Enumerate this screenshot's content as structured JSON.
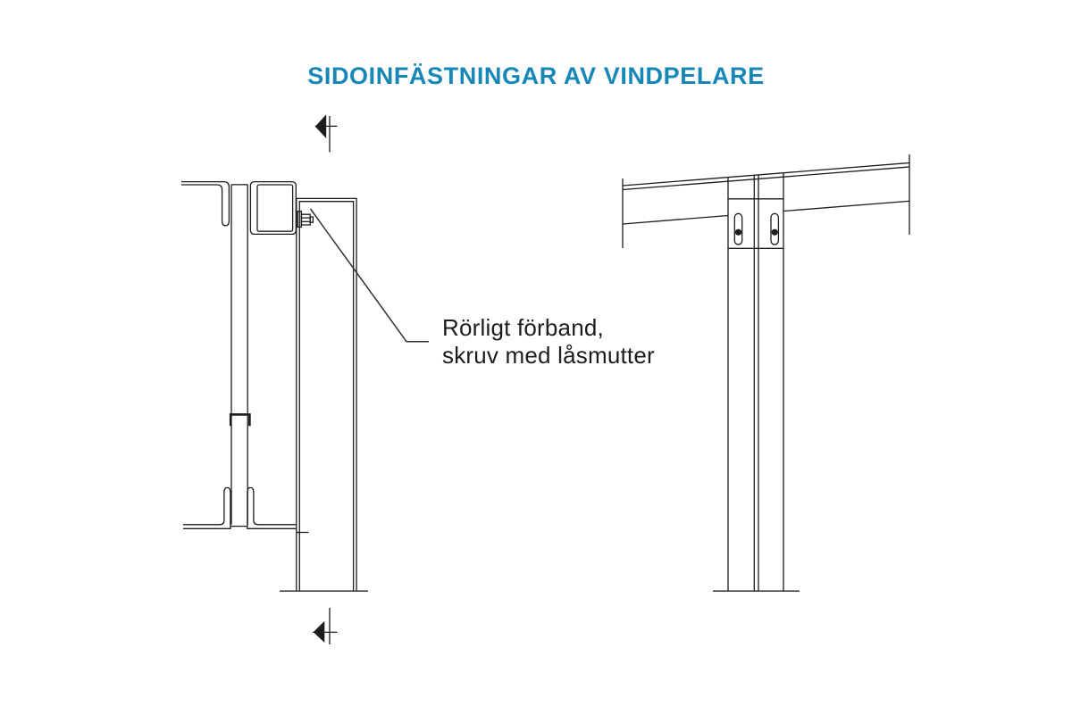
{
  "title": {
    "text": "SIDOINFÄSTNINGAR AV VINDPELARE",
    "color": "#1787b8"
  },
  "annotation": {
    "line1": "Rörligt förband,",
    "line2": "skruv med låsmutter"
  },
  "figures": {
    "left_section": {
      "symbols": [
        "section-arrow-top",
        "section-arrow-bottom",
        "bolt-with-lock-nut",
        "movable-joint-leader"
      ]
    },
    "right_elevation": {
      "symbols": [
        "slotted-hole-left",
        "slotted-hole-right",
        "bolt-dot-left",
        "bolt-dot-right"
      ]
    }
  },
  "colors": {
    "line": "#1d1d1b",
    "accent": "#1787b8",
    "leader": "#333333",
    "background": "#ffffff"
  }
}
